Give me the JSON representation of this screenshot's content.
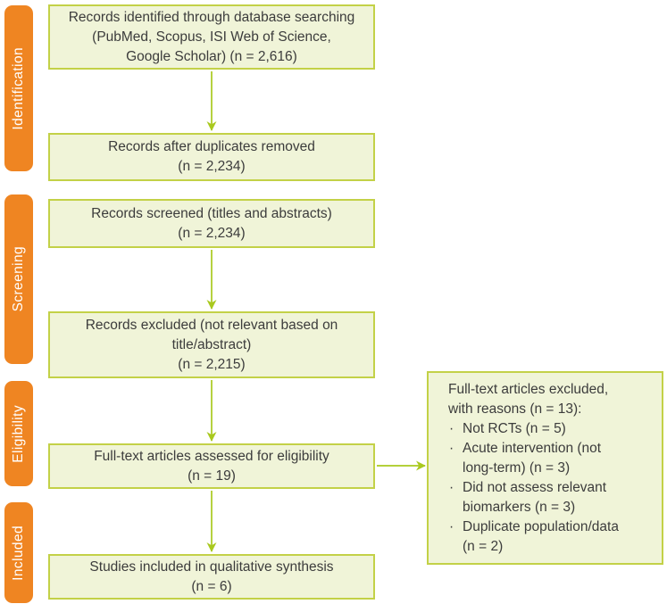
{
  "diagram": {
    "stages": [
      {
        "id": "identification",
        "label": "Identification"
      },
      {
        "id": "screening",
        "label": "Screening"
      },
      {
        "id": "eligibility",
        "label": "Eligibility"
      },
      {
        "id": "included",
        "label": "Included"
      }
    ],
    "boxes": [
      {
        "id": "records-identified",
        "text": "Records identified through database searching\n(PubMed, Scopus, ISI Web of Science,\nGoogle Scholar) (n = 2,616)"
      },
      {
        "id": "duplicates-removed",
        "text": "Records after duplicates removed\n(n = 2,234)"
      },
      {
        "id": "records-screened",
        "text": "Records screened (titles and abstracts)\n(n = 2,234)"
      },
      {
        "id": "records-excluded",
        "text": "Records excluded (not relevant based on\ntitle/abstract)\n(n = 2,215)"
      },
      {
        "id": "fulltext-assessed",
        "text": "Full-text articles assessed for eligibility\n(n = 19)"
      },
      {
        "id": "studies-included",
        "text": "Studies included in qualitative synthesis\n(n = 6)"
      }
    ],
    "side_box": {
      "title": "Full-text articles excluded,\nwith reasons (n = 13):",
      "bullet_char": "·",
      "items": [
        {
          "text": "Not RCTs (n = 5)"
        },
        {
          "text": "Acute intervention (not\nlong-term) (n = 3)"
        },
        {
          "text": "Did not assess relevant\nbiomarkers (n = 3)"
        },
        {
          "text": "Duplicate population/data\n(n = 2)"
        }
      ]
    },
    "colors": {
      "stage_bg": "#EF8522",
      "stage_text": "#FFFFFF",
      "box_bg": "#F0F4D8",
      "box_border": "#C3D147",
      "arrow": "#A9C91E",
      "text": "#3C3C3C"
    }
  }
}
